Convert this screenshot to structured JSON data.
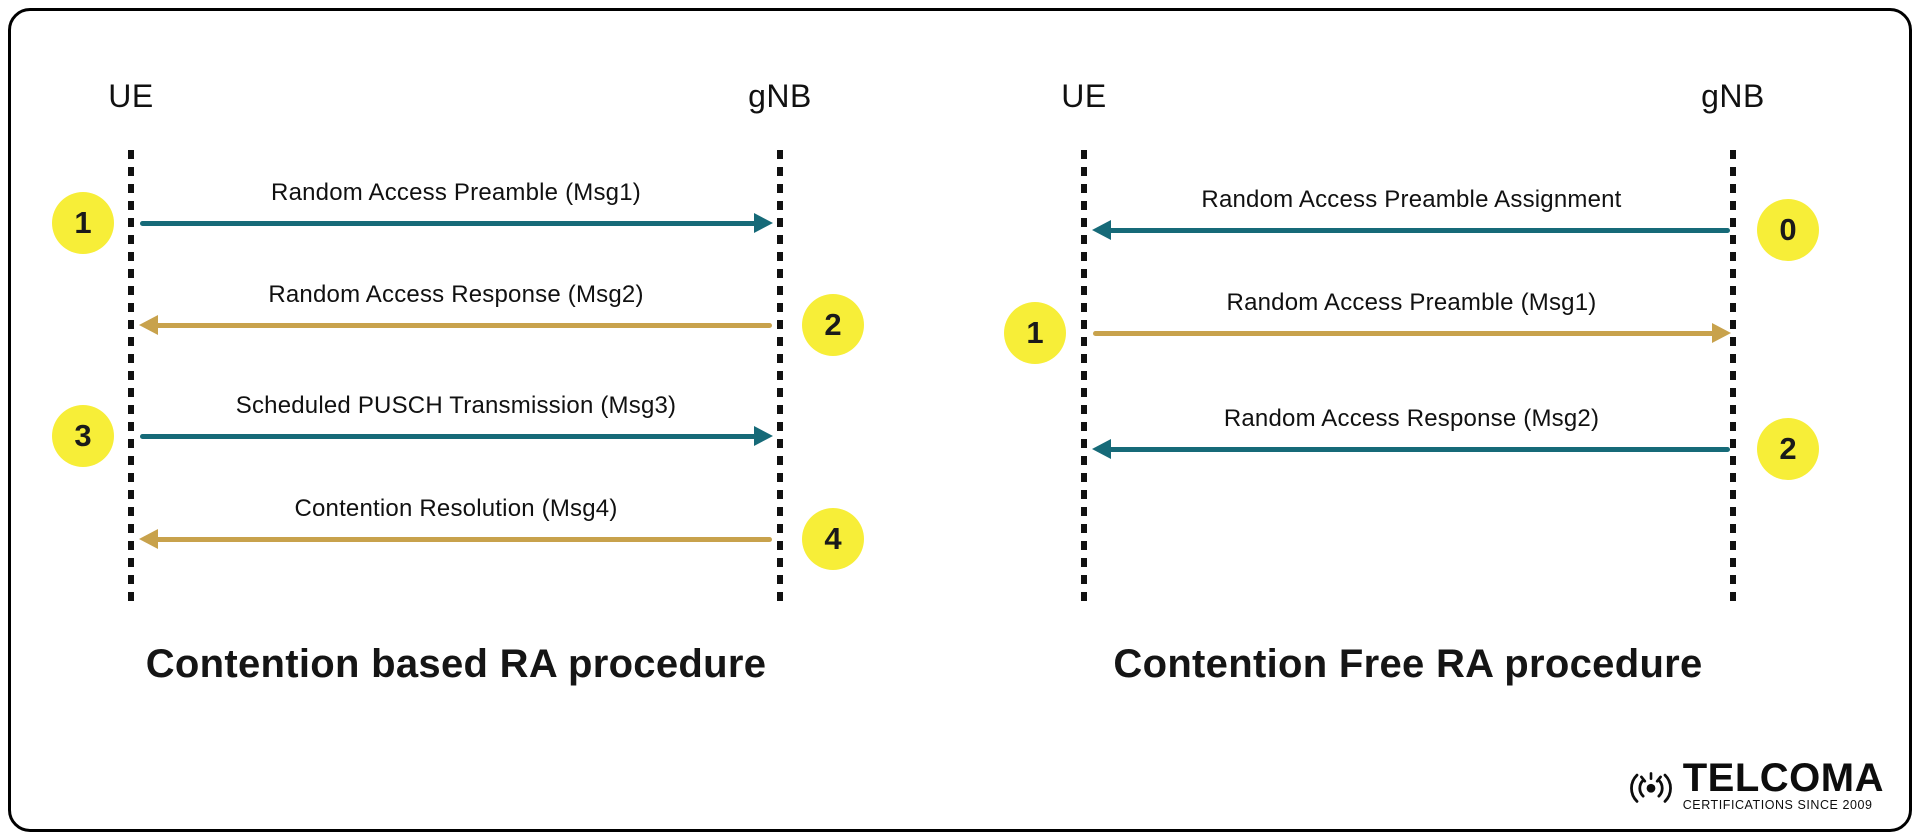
{
  "left": {
    "title": "Contention based RA procedure",
    "ue_label": "UE",
    "gnb_label": "gNB",
    "messages": [
      {
        "step": "1",
        "label": "Random Access Preamble (Msg1)",
        "direction": "ue-to-gnb",
        "color": "teal",
        "badge_side": "left"
      },
      {
        "step": "2",
        "label": "Random Access Response (Msg2)",
        "direction": "gnb-to-ue",
        "color": "gold",
        "badge_side": "right"
      },
      {
        "step": "3",
        "label": "Scheduled PUSCH Transmission (Msg3)",
        "direction": "ue-to-gnb",
        "color": "teal",
        "badge_side": "left"
      },
      {
        "step": "4",
        "label": "Contention Resolution (Msg4)",
        "direction": "gnb-to-ue",
        "color": "gold",
        "badge_side": "right"
      }
    ]
  },
  "right": {
    "title": "Contention Free RA procedure",
    "ue_label": "UE",
    "gnb_label": "gNB",
    "messages": [
      {
        "step": "0",
        "label": "Random Access Preamble Assignment",
        "direction": "gnb-to-ue",
        "color": "teal",
        "badge_side": "right"
      },
      {
        "step": "1",
        "label": "Random Access Preamble (Msg1)",
        "direction": "ue-to-gnb",
        "color": "gold",
        "badge_side": "left"
      },
      {
        "step": "2",
        "label": "Random Access Response (Msg2)",
        "direction": "gnb-to-ue",
        "color": "teal",
        "badge_side": "right"
      }
    ]
  },
  "logo": {
    "brand": "TELCOMA",
    "tagline": "CERTIFICATIONS SINCE 2009"
  },
  "colors": {
    "teal_arrow": "#166a78",
    "gold_arrow": "#c8a24c",
    "badge_yellow": "#f7ee38",
    "text": "#111111"
  }
}
